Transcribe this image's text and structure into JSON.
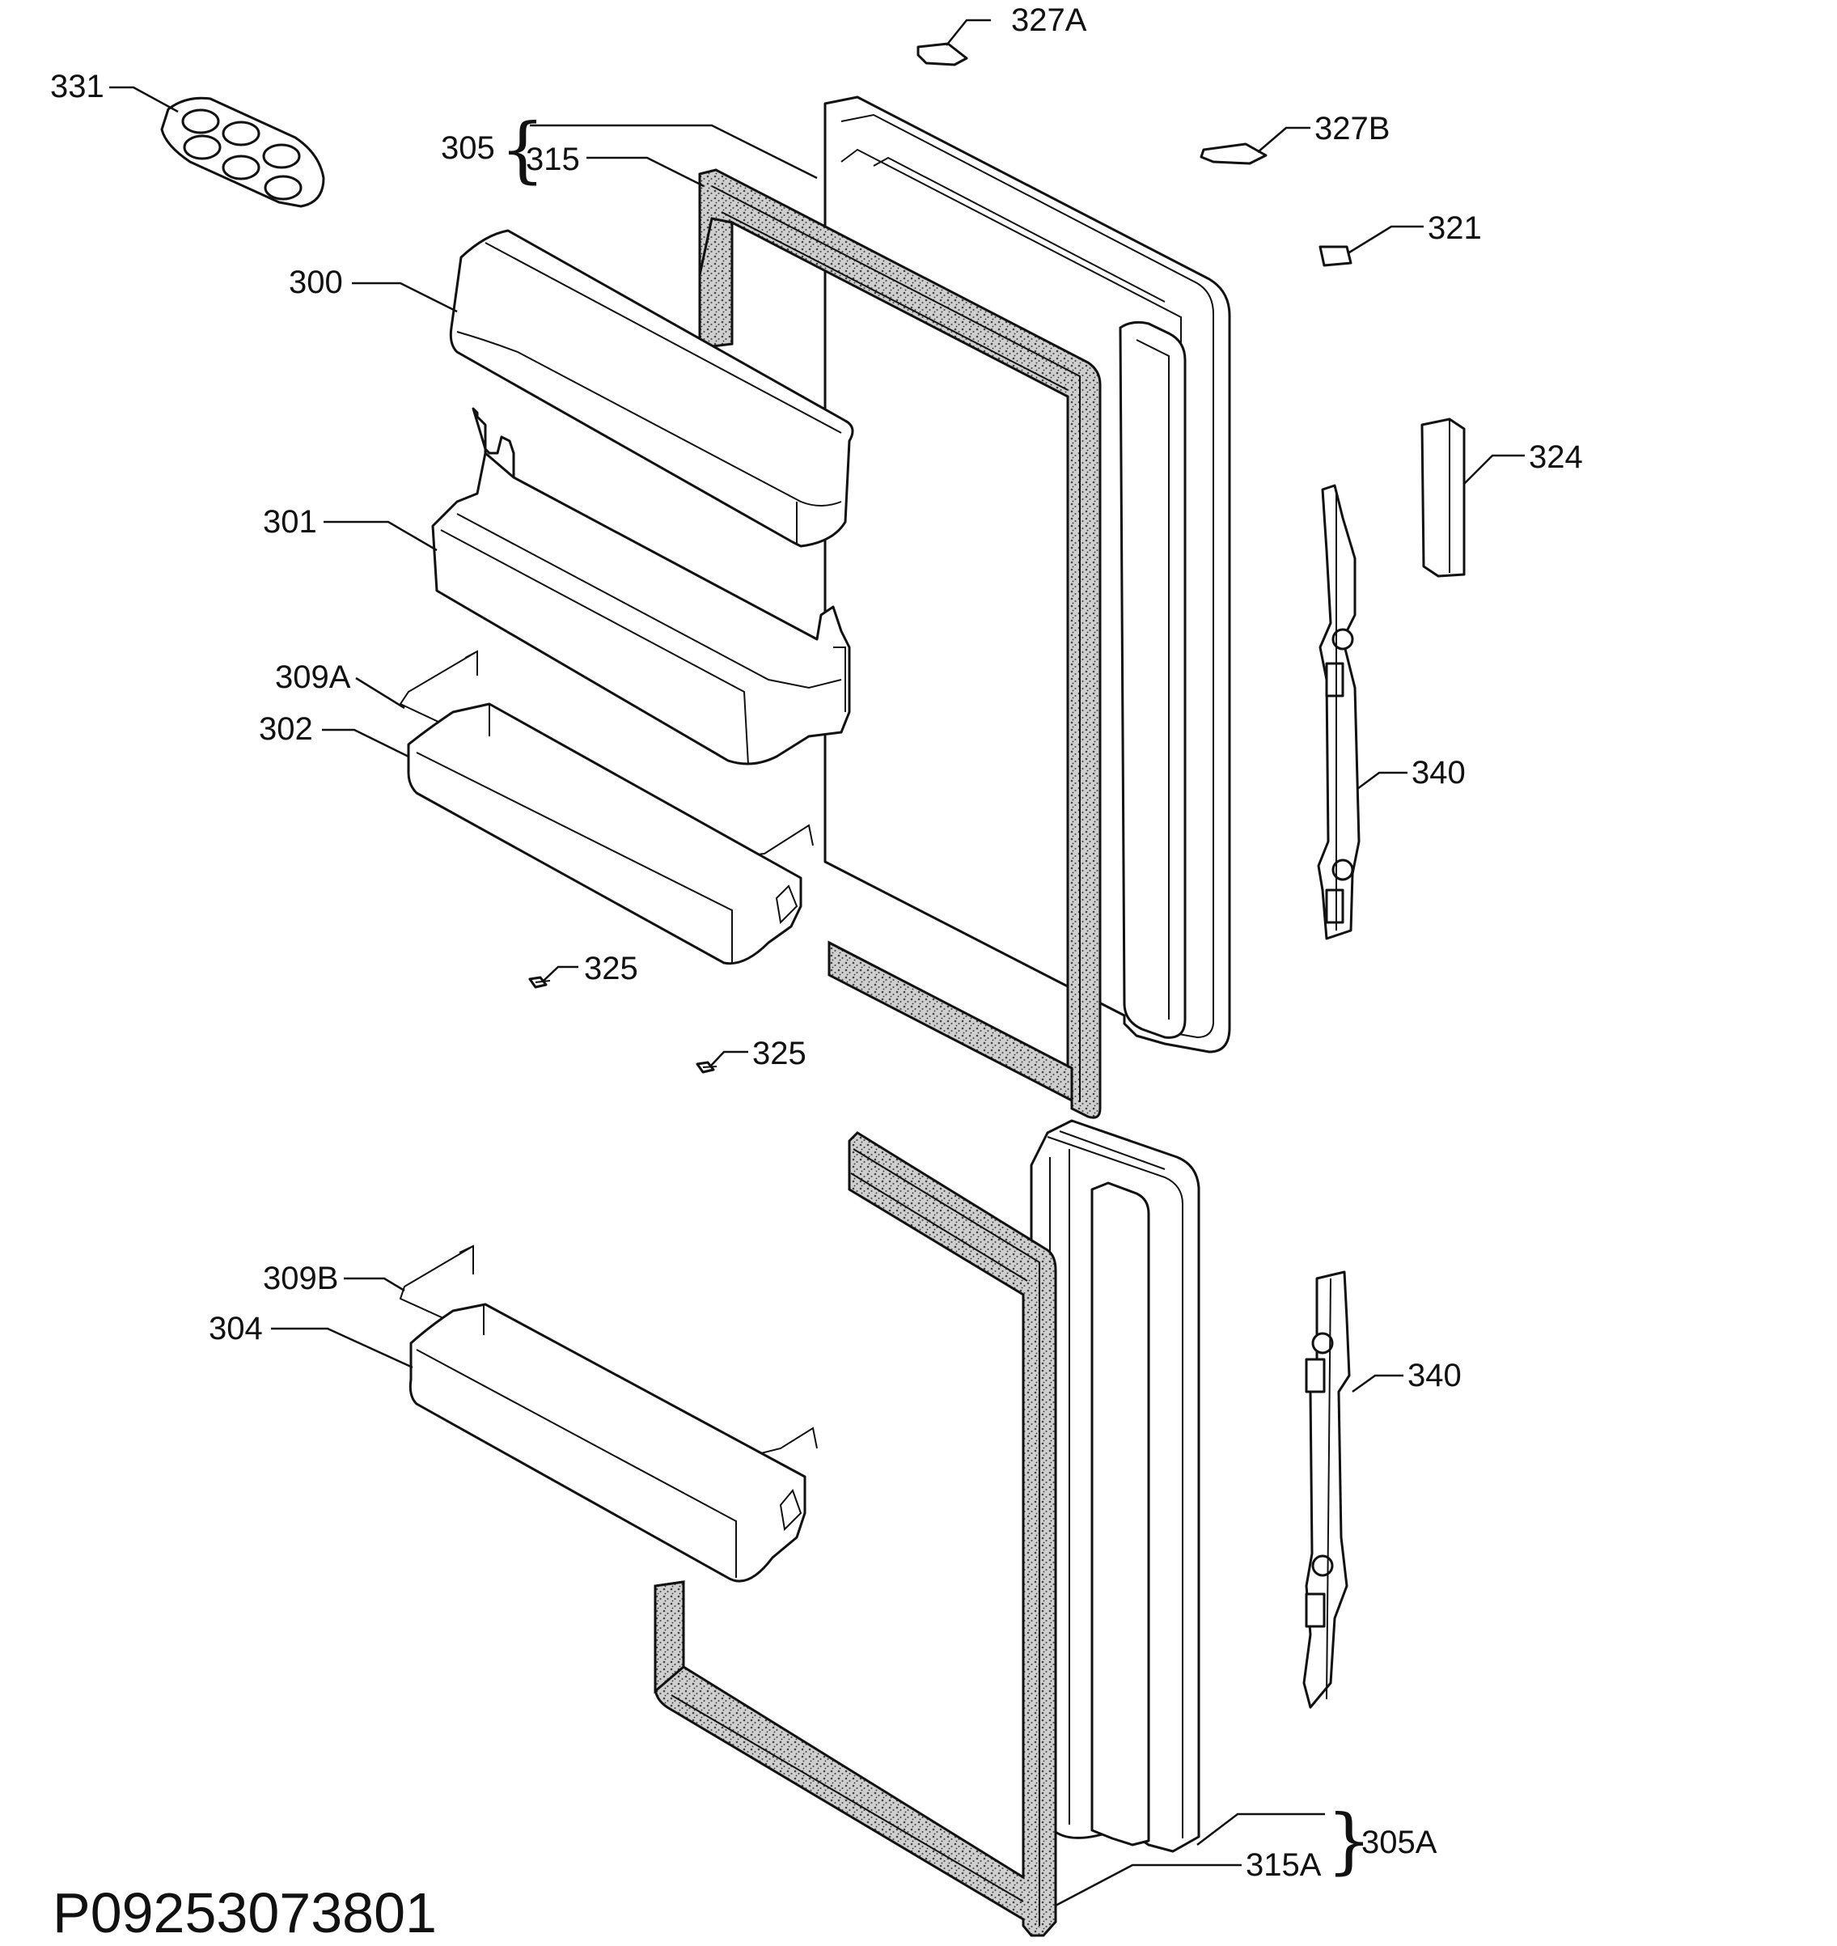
{
  "drawing_id": "P09253073801",
  "labels": {
    "l331": "331",
    "l327a": "327A",
    "l327b": "327B",
    "l305": "305",
    "l315": "315",
    "l321": "321",
    "l300": "300",
    "l324": "324",
    "l301": "301",
    "l340a": "340",
    "l309a": "309A",
    "l302": "302",
    "l325a": "325",
    "l325b": "325",
    "l309b": "309B",
    "l304": "304",
    "l340b": "340",
    "l305a": "305A",
    "l315a": "315A"
  },
  "braces": {
    "left": "{",
    "right": "}"
  },
  "colors": {
    "line": "#111111",
    "background": "#ffffff"
  }
}
